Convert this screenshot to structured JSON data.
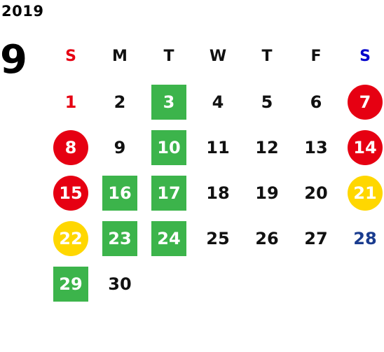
{
  "calendar": {
    "year": "2019",
    "month": "9",
    "weekdays": [
      {
        "label": "S",
        "color": "#e60012"
      },
      {
        "label": "M",
        "color": "#111111"
      },
      {
        "label": "T",
        "color": "#111111"
      },
      {
        "label": "W",
        "color": "#111111"
      },
      {
        "label": "T",
        "color": "#111111"
      },
      {
        "label": "F",
        "color": "#111111"
      },
      {
        "label": "S",
        "color": "#0000cc"
      }
    ],
    "leading_blanks": 0,
    "days": [
      {
        "day": "1",
        "text_color": "#e60012"
      },
      {
        "day": "2"
      },
      {
        "day": "3",
        "mark": "square",
        "mark_color": "#3cb44b"
      },
      {
        "day": "4"
      },
      {
        "day": "5"
      },
      {
        "day": "6"
      },
      {
        "day": "7",
        "mark": "circle",
        "mark_color": "#e60012"
      },
      {
        "day": "8",
        "mark": "circle",
        "mark_color": "#e60012"
      },
      {
        "day": "9"
      },
      {
        "day": "10",
        "mark": "square",
        "mark_color": "#3cb44b"
      },
      {
        "day": "11"
      },
      {
        "day": "12"
      },
      {
        "day": "13"
      },
      {
        "day": "14",
        "mark": "circle",
        "mark_color": "#e60012"
      },
      {
        "day": "15",
        "mark": "circle",
        "mark_color": "#e60012"
      },
      {
        "day": "16",
        "mark": "square",
        "mark_color": "#3cb44b"
      },
      {
        "day": "17",
        "mark": "square",
        "mark_color": "#3cb44b"
      },
      {
        "day": "18"
      },
      {
        "day": "19"
      },
      {
        "day": "20"
      },
      {
        "day": "21",
        "mark": "circle",
        "mark_color": "#ffd700"
      },
      {
        "day": "22",
        "mark": "circle",
        "mark_color": "#ffd700"
      },
      {
        "day": "23",
        "mark": "square",
        "mark_color": "#3cb44b"
      },
      {
        "day": "24",
        "mark": "square",
        "mark_color": "#3cb44b"
      },
      {
        "day": "25"
      },
      {
        "day": "26"
      },
      {
        "day": "27"
      },
      {
        "day": "28",
        "text_color": "#1a3c8f"
      },
      {
        "day": "29",
        "mark": "square",
        "mark_color": "#3cb44b"
      },
      {
        "day": "30"
      }
    ]
  }
}
